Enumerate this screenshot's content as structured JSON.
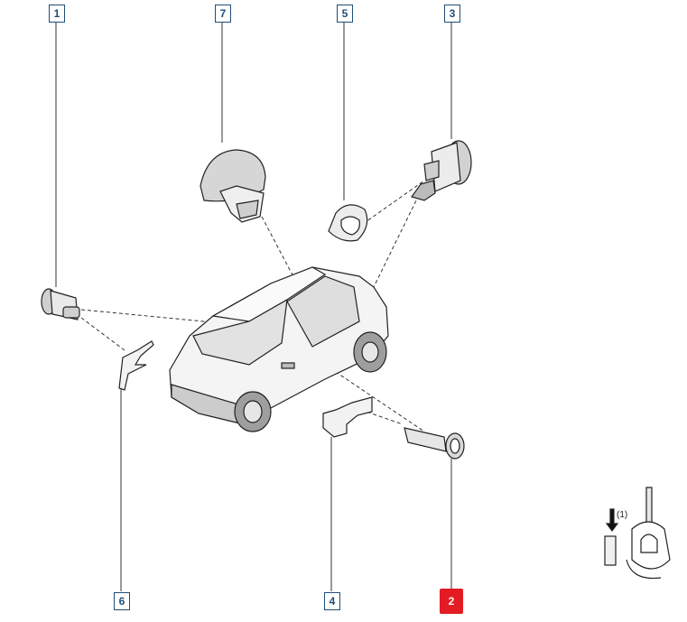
{
  "callouts": [
    {
      "id": "1",
      "highlighted": false
    },
    {
      "id": "7",
      "highlighted": false
    },
    {
      "id": "5",
      "highlighted": false
    },
    {
      "id": "3",
      "highlighted": false
    },
    {
      "id": "6",
      "highlighted": false
    },
    {
      "id": "4",
      "highlighted": false
    },
    {
      "id": "2",
      "highlighted": true
    }
  ],
  "key_detail": {
    "note": "(1)"
  },
  "colors": {
    "callout_border": "#1f4e79",
    "highlight": "#e31b23",
    "line": "#333333"
  }
}
